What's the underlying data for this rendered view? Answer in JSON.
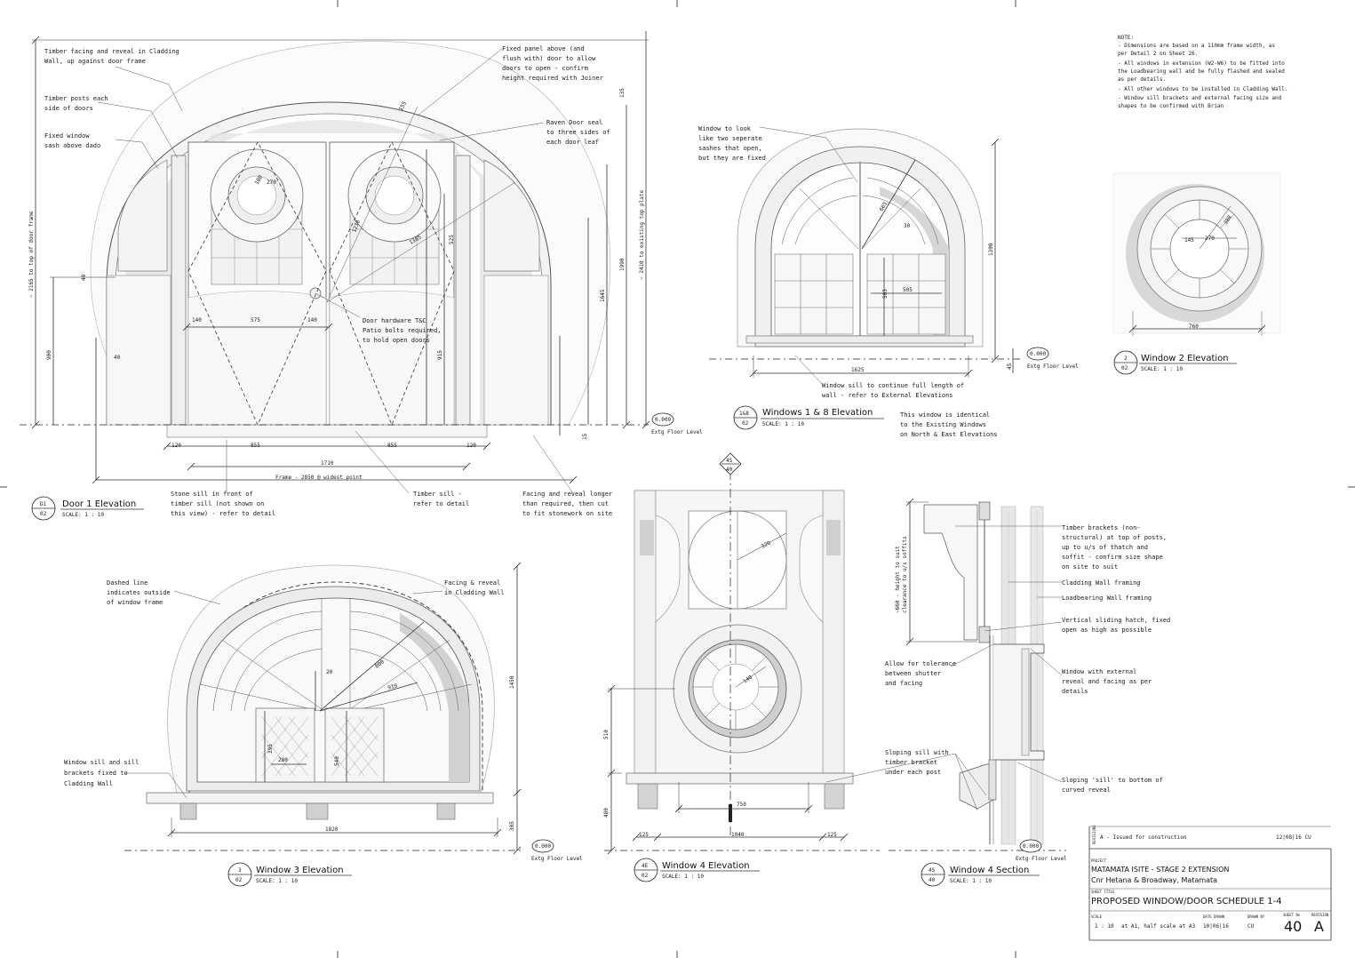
{
  "notes": {
    "heading": "NOTE:",
    "items": [
      "- Dimensions are based on a 110mm frame width, as",
      "  per Detail 2 on Sheet 26.",
      "- All windows in extension (W2-W6) to be fitted into",
      "  the Loadbearing wall and be fully flashed and sealed",
      "  as per details.",
      "- All other windows to be installed in Cladding Wall.",
      "- Window sill brackets and external facing size and",
      "  shapes to be confirmed with Brian"
    ]
  },
  "door1": {
    "title": "Door 1 Elevation",
    "ref_top": "D1",
    "ref_bottom": "02",
    "scale": "SCALE:   1 : 10",
    "notes": {
      "facing": [
        "Timber facing and reveal in Cladding",
        "Wall, up against door frame"
      ],
      "posts": [
        "Timber posts each",
        "side of doors"
      ],
      "sash": [
        "Fixed window",
        "sash above dado"
      ],
      "panel": [
        "Fixed panel above (and",
        "flush with) door to allow",
        "doors to open - confirm",
        "height required with Joiner"
      ],
      "seal": [
        "Raven Door seal",
        "to three sides of",
        "each door leaf"
      ],
      "hardware": [
        "Door hardware T&C",
        "Patio bolts required,",
        "to hold open doors"
      ],
      "stone": [
        "Stone sill in front of",
        "timber sill (not shown on",
        "this view) - refer to detail"
      ],
      "timbersill": [
        "Timber sill -",
        "refer to detail"
      ],
      "facingreveal": [
        "Facing and reveal  longer",
        "than required, then cut",
        "to fit stonework on site"
      ]
    },
    "dims": {
      "d2165": "~ 2165 to top of door frame",
      "d2410": "~ 2410 to existing top plate",
      "d135": "135",
      "d1990": "1990",
      "d1645": "1645",
      "d915": "915",
      "d525": "525",
      "d1385": "1385",
      "d1230": "1230",
      "d155": "155",
      "d180": "180",
      "d270": "270",
      "d40a": "40",
      "d900": "900",
      "d40b": "40",
      "d140a": "140",
      "d575": "575",
      "d140b": "140",
      "d120a": "120",
      "d855a": "855",
      "d855b": "855",
      "d120b": "120",
      "d1710": "1710",
      "frame": "Frame - 2850 @ widest point",
      "d15": "15"
    },
    "level": {
      "value": "0.000",
      "label": "Extg Floor Level"
    }
  },
  "win18": {
    "title": "Windows 1 & 8 Elevation",
    "ref_top": "1&8",
    "ref_bottom": "02",
    "scale": "SCALE:   1 : 10",
    "notes": {
      "look": [
        "Window to look",
        "like two seperate",
        "sashes that open,",
        "but they are fixed"
      ],
      "sill": [
        "Window sill to continue full length of",
        "wall - refer to External Elevations"
      ],
      "identical": [
        "This window is identical",
        "to the Existing Windows",
        "on North & East Elevations"
      ]
    },
    "dims": {
      "d665": "665",
      "d30": "30",
      "d1300": "1300",
      "d505a": "505",
      "d505b": "505",
      "d1625": "1625",
      "d45": "45"
    },
    "level": {
      "value": "0.000",
      "label": "Extg Floor Level"
    }
  },
  "win2": {
    "title": "Window 2 Elevation",
    "ref_top": "2",
    "ref_bottom": "02",
    "scale": "SCALE:   1 : 10",
    "dims": {
      "d380": "380",
      "d145": "145",
      "d270": "270",
      "d760": "760"
    }
  },
  "win3": {
    "title": "Window 3 Elevation",
    "ref_top": "3",
    "ref_bottom": "02",
    "scale": "SCALE:   1 : 10",
    "notes": {
      "dashed": [
        "Dashed line",
        "indicates outside",
        "of window frame"
      ],
      "facing": [
        "Facing & reveal",
        "in Cladding Wall"
      ],
      "sill": [
        "Window sill and sill",
        "brackets fixed to",
        "Cladding Wall"
      ]
    },
    "dims": {
      "d20": "20",
      "d800": "800",
      "d910": "910",
      "d395": "395",
      "d280": "280",
      "d540": "540",
      "d1450": "1450",
      "d1820": "1820",
      "d305": "305"
    },
    "level": {
      "value": "0.000",
      "label": "Extg Floor Level"
    }
  },
  "win4": {
    "title": "Window 4 Elevation",
    "ref_top": "4E",
    "ref_bottom": "02",
    "scale": "SCALE:   1 : 10",
    "section_marker": {
      "top": "4S",
      "bottom": "40"
    },
    "dims": {
      "d320": "320",
      "d140": "140",
      "d510": "510",
      "d480": "480",
      "d750": "750",
      "d125a": "125",
      "d1040": "1040",
      "d125b": "125"
    }
  },
  "win4s": {
    "title": "Window 4 Section",
    "ref_top": "4S",
    "ref_bottom": "40",
    "scale": "SCALE:   1 : 10",
    "notes": {
      "brackets": [
        "Timber brackets (non-",
        "structural) at top of posts,",
        "up to u/s of thatch and",
        "soffit - confirm size shape",
        "on site to suit"
      ],
      "cladding": [
        "Cladding Wall framing"
      ],
      "loadbearing": [
        "Loadbearing Wall framing"
      ],
      "hatch": [
        "Vertical sliding hatch, fixed",
        "open as high as possible"
      ],
      "tolerance": [
        "Allow for tolerance",
        "between shutter",
        "and facing"
      ],
      "reveal": [
        "Window with external",
        "reveal and facing as per",
        "details"
      ],
      "sloping": [
        "Sloping sill with",
        "timber bracket",
        "under each post"
      ],
      "slopingsill": [
        "Sloping 'sill' to bottom of",
        "curved reveal"
      ]
    },
    "dims": {
      "d660a": "~660 - height to suit",
      "d660b": "clearance to u/s soffits"
    },
    "level": {
      "value": "0.000",
      "label": "Extg Floor Level"
    }
  },
  "titleblock": {
    "revisions_label": "REVISIONS",
    "revision": "A - Issued for construction",
    "revision_date": "12|08|16  CU",
    "project_label": "PROJECT",
    "project": "MATAMATA ISITE - STAGE 2 EXTENSION",
    "address": "Cnr Hetana & Broadway, Matamata",
    "sheet_label": "SHEET TITLE",
    "sheet_title": "PROPOSED WINDOW/DOOR SCHEDULE 1-4",
    "scale_label": "SCALE",
    "scale": "1 : 10",
    "scale_note": "at A1, half scale at A3",
    "date_label": "DATE DRAWN",
    "date": "10|06|16",
    "drawn_label": "DRAWN BY",
    "drawn": "CU",
    "sheetno_label": "SHEET No",
    "sheetno": "40",
    "rev_label": "REVISION",
    "rev": "A"
  }
}
